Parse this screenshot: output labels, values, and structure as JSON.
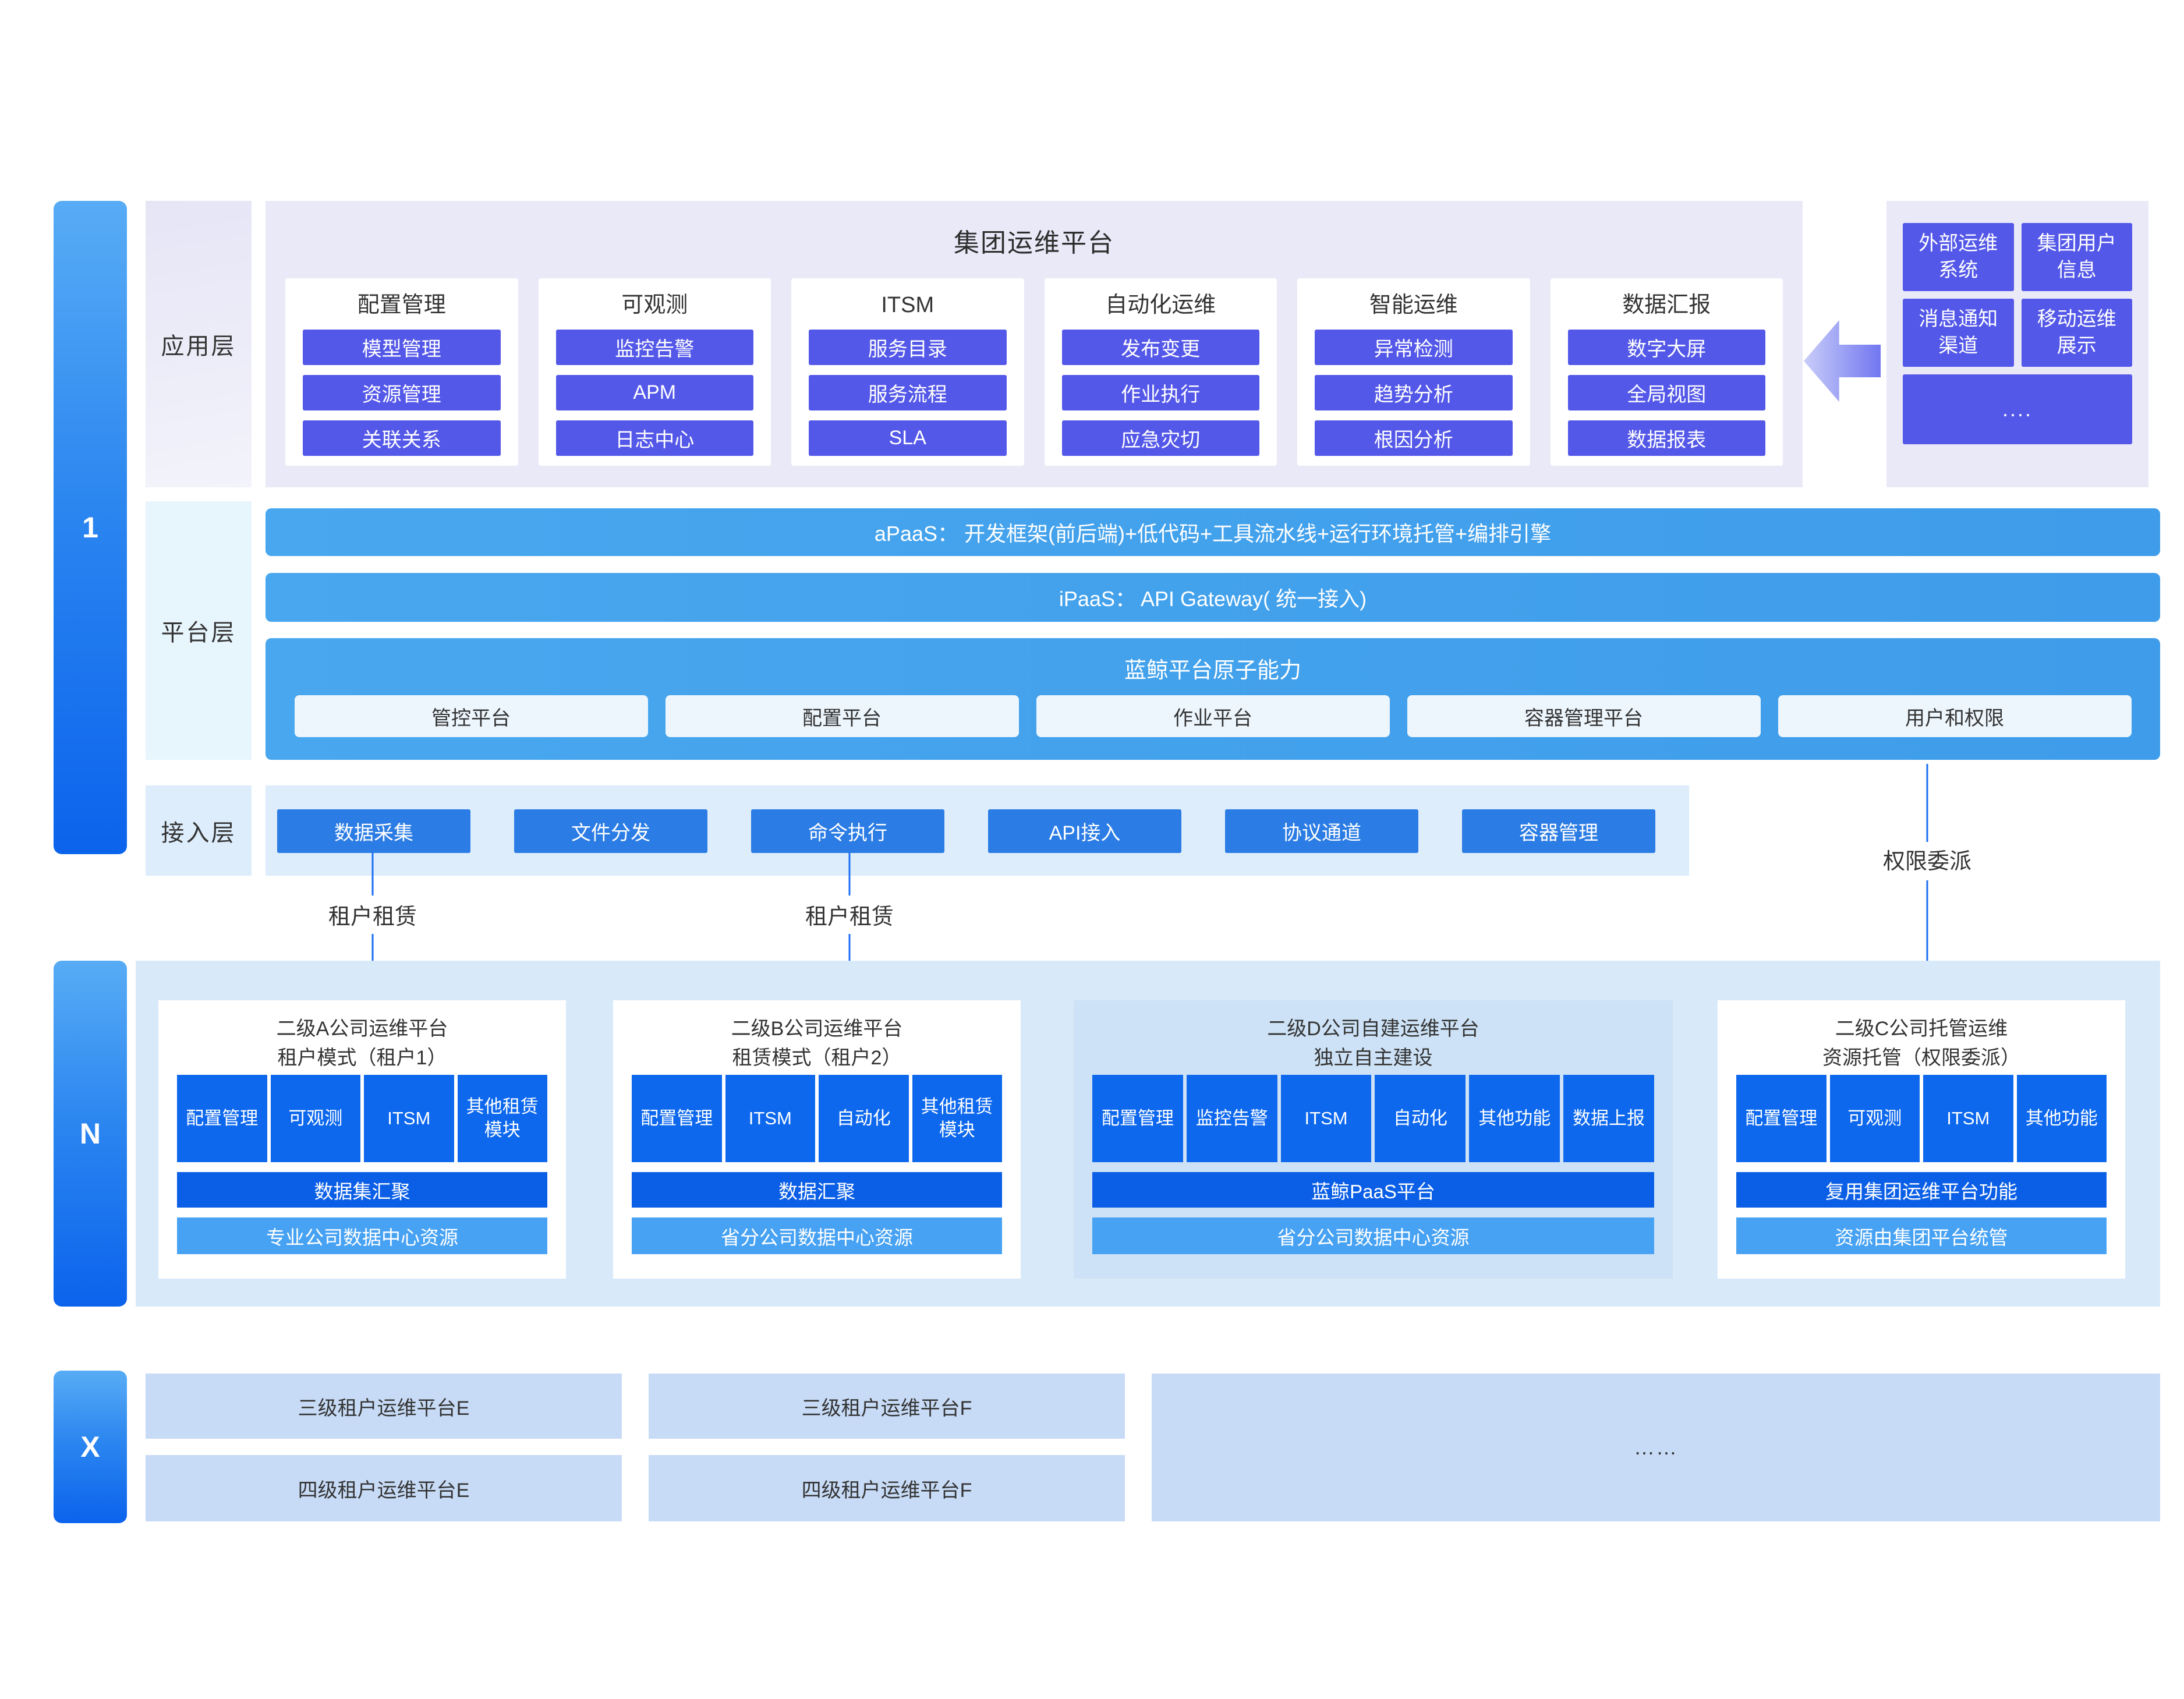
{
  "tiers": {
    "app": "1",
    "n": "N",
    "x": "X"
  },
  "layers": {
    "app": {
      "label": "应用层",
      "group_platform": {
        "title": "集团运维平台",
        "columns": [
          {
            "header": "配置管理",
            "items": [
              "模型管理",
              "资源管理",
              "关联关系"
            ]
          },
          {
            "header": "可观测",
            "items": [
              "监控告警",
              "APM",
              "日志中心"
            ]
          },
          {
            "header": "ITSM",
            "items": [
              "服务目录",
              "服务流程",
              "SLA"
            ]
          },
          {
            "header": "自动化运维",
            "items": [
              "发布变更",
              "作业执行",
              "应急灾切"
            ]
          },
          {
            "header": "智能运维",
            "items": [
              "异常检测",
              "趋势分析",
              "根因分析"
            ]
          },
          {
            "header": "数据汇报",
            "items": [
              "数字大屏",
              "全局视图",
              "数据报表"
            ]
          }
        ]
      },
      "external_panel": {
        "boxes": [
          "外部运维系统",
          "集团用户信息",
          "消息通知渠道",
          "移动运维展示"
        ],
        "more": "...."
      }
    },
    "platform": {
      "label": "平台层",
      "apaas": "aPaaS： 开发框架(前后端)+低代码+工具流水线+运行环境托管+编排引擎",
      "ipaas": "iPaaS： API Gateway( 统一接入)",
      "atomic": {
        "title": "蓝鲸平台原子能力",
        "boxes": [
          "管控平台",
          "配置平台",
          "作业平台",
          "容器管理平台",
          "用户和权限"
        ]
      }
    },
    "access": {
      "label": "接入层",
      "buttons": [
        "数据采集",
        "文件分发",
        "命令执行",
        "API接入",
        "协议通道",
        "容器管理"
      ]
    }
  },
  "connectors": {
    "lease_left": "租户租赁",
    "lease_mid": "租户租赁",
    "delegate": "权限委派"
  },
  "tier_n": {
    "companies": [
      {
        "title_line1": "二级A公司运维平台",
        "title_line2": "租户模式（租户1）",
        "modules": [
          "配置管理",
          "可观测",
          "ITSM",
          "其他租赁模块"
        ],
        "middle_bar": "数据集汇聚",
        "bottom_bar": "专业公司数据中心资源"
      },
      {
        "title_line1": "二级B公司运维平台",
        "title_line2": "租赁模式（租户2）",
        "modules": [
          "配置管理",
          "ITSM",
          "自动化",
          "其他租赁模块"
        ],
        "middle_bar": "数据汇聚",
        "bottom_bar": "省分公司数据中心资源"
      },
      {
        "title_line1": "二级D公司自建运维平台",
        "title_line2": "独立自主建设",
        "modules": [
          "配置管理",
          "监控告警",
          "ITSM",
          "自动化",
          "其他功能",
          "数据上报"
        ],
        "middle_bar": "蓝鲸PaaS平台",
        "bottom_bar": "省分公司数据中心资源"
      },
      {
        "title_line1": "二级C公司托管运维",
        "title_line2": "资源托管（权限委派）",
        "modules": [
          "配置管理",
          "可观测",
          "ITSM",
          "其他功能"
        ],
        "middle_bar": "复用集团运维平台功能",
        "bottom_bar": "资源由集团平台统管"
      }
    ]
  },
  "tier_x": {
    "boxes": [
      "三级租户运维平台E",
      "三级租户运维平台F",
      "四级租户运维平台E",
      "四级租户运维平台F"
    ],
    "more": "……"
  },
  "colors": {
    "violet_box": "#5458e8",
    "sky_bar": "#43a3ee",
    "access_button": "#2b7ce4",
    "module_blue": "#0d68ee",
    "dark_bar_blue": "#0b5fe6",
    "light_bar_blue": "#47a2f3",
    "lavender_panel": "#e9e9f8",
    "access_panel": "#ddedfb",
    "tier_n_panel": "#d8eafa",
    "tinted_company": "#cde2f6",
    "x_box": "#c7dbf6",
    "connector_blue": "#1a6ef5",
    "sidebar_gradient_top": "#58acf5",
    "sidebar_gradient_bottom": "#0b63ec"
  }
}
